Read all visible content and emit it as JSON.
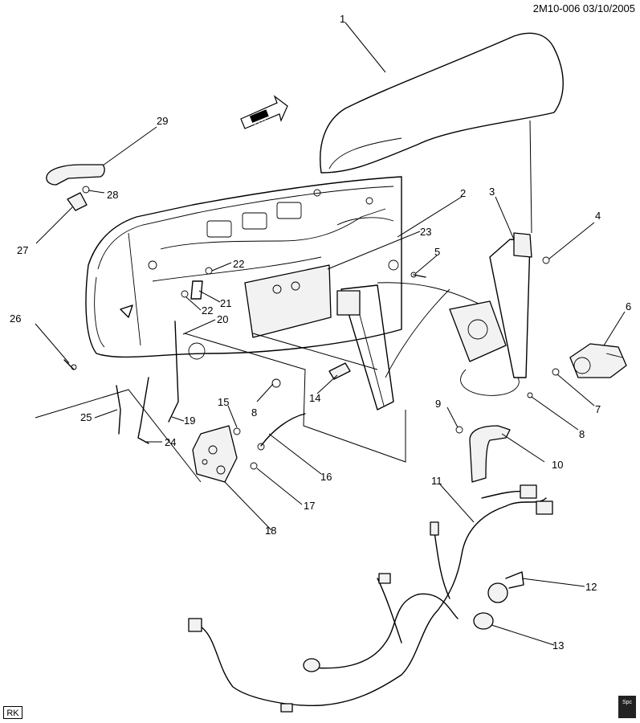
{
  "header": {
    "code": "2M10-006 03/10/2005"
  },
  "front_label": "FRT",
  "footer": {
    "badge": "RK",
    "manual_icon": "Spc"
  },
  "callouts": {
    "c1": "1",
    "c2": "2",
    "c3": "3",
    "c4": "4",
    "c5": "5",
    "c6": "6",
    "c7": "7",
    "c8a": "8",
    "c8b": "8",
    "c9": "9",
    "c10": "10",
    "c11": "11",
    "c12": "12",
    "c13": "13",
    "c14": "14",
    "c15": "15",
    "c16": "16",
    "c17": "17",
    "c18": "18",
    "c19": "19",
    "c20": "20",
    "c21": "21",
    "c22a": "22",
    "c22b": "22",
    "c23": "23",
    "c24": "24",
    "c25": "25",
    "c26": "26",
    "c27": "27",
    "c28": "28",
    "c29": "29"
  }
}
